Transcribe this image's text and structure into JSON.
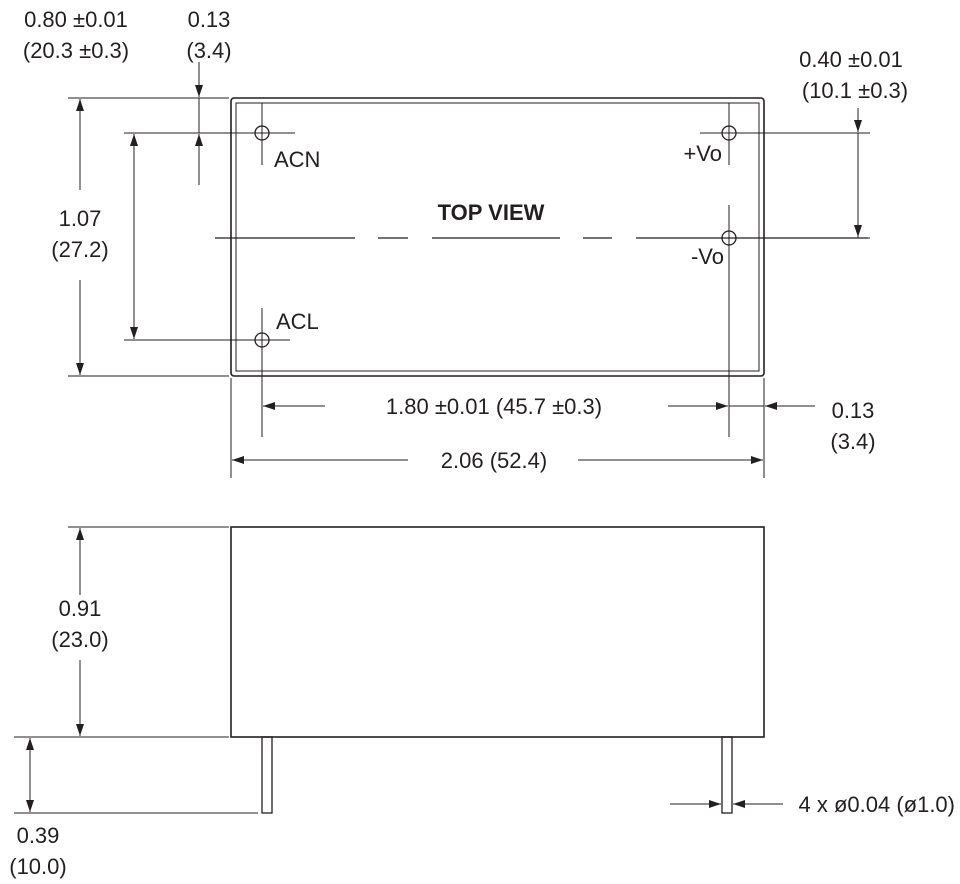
{
  "top_view": {
    "title": "TOP VIEW",
    "pins": {
      "acn": "ACN",
      "acl": "ACL",
      "plus_vo": "+Vo",
      "minus_vo": "-Vo"
    },
    "dims": {
      "pin_spacing_in": "0.80 ±0.01",
      "pin_spacing_mm": "(20.3 ±0.3)",
      "pin_offset_top_in": "0.13",
      "pin_offset_top_mm": "(3.4)",
      "height_in": "1.07",
      "height_mm": "(27.2)",
      "output_spacing_in": "0.40 ±0.01",
      "output_spacing_mm": "(10.1 ±0.3)",
      "pin_row_spacing": "1.80 ±0.01 (45.7 ±0.3)",
      "pin_offset_right_in": "0.13",
      "pin_offset_right_mm": "(3.4)",
      "overall_length": "2.06 (52.4)"
    }
  },
  "side_view": {
    "dims": {
      "body_height_in": "0.91",
      "body_height_mm": "(23.0)",
      "pin_length_in": "0.39",
      "pin_length_mm": "(10.0)",
      "pin_diameter": "4 x ø0.04 (ø1.0)"
    }
  },
  "colors": {
    "ink": "#231f20",
    "background": "#ffffff"
  }
}
